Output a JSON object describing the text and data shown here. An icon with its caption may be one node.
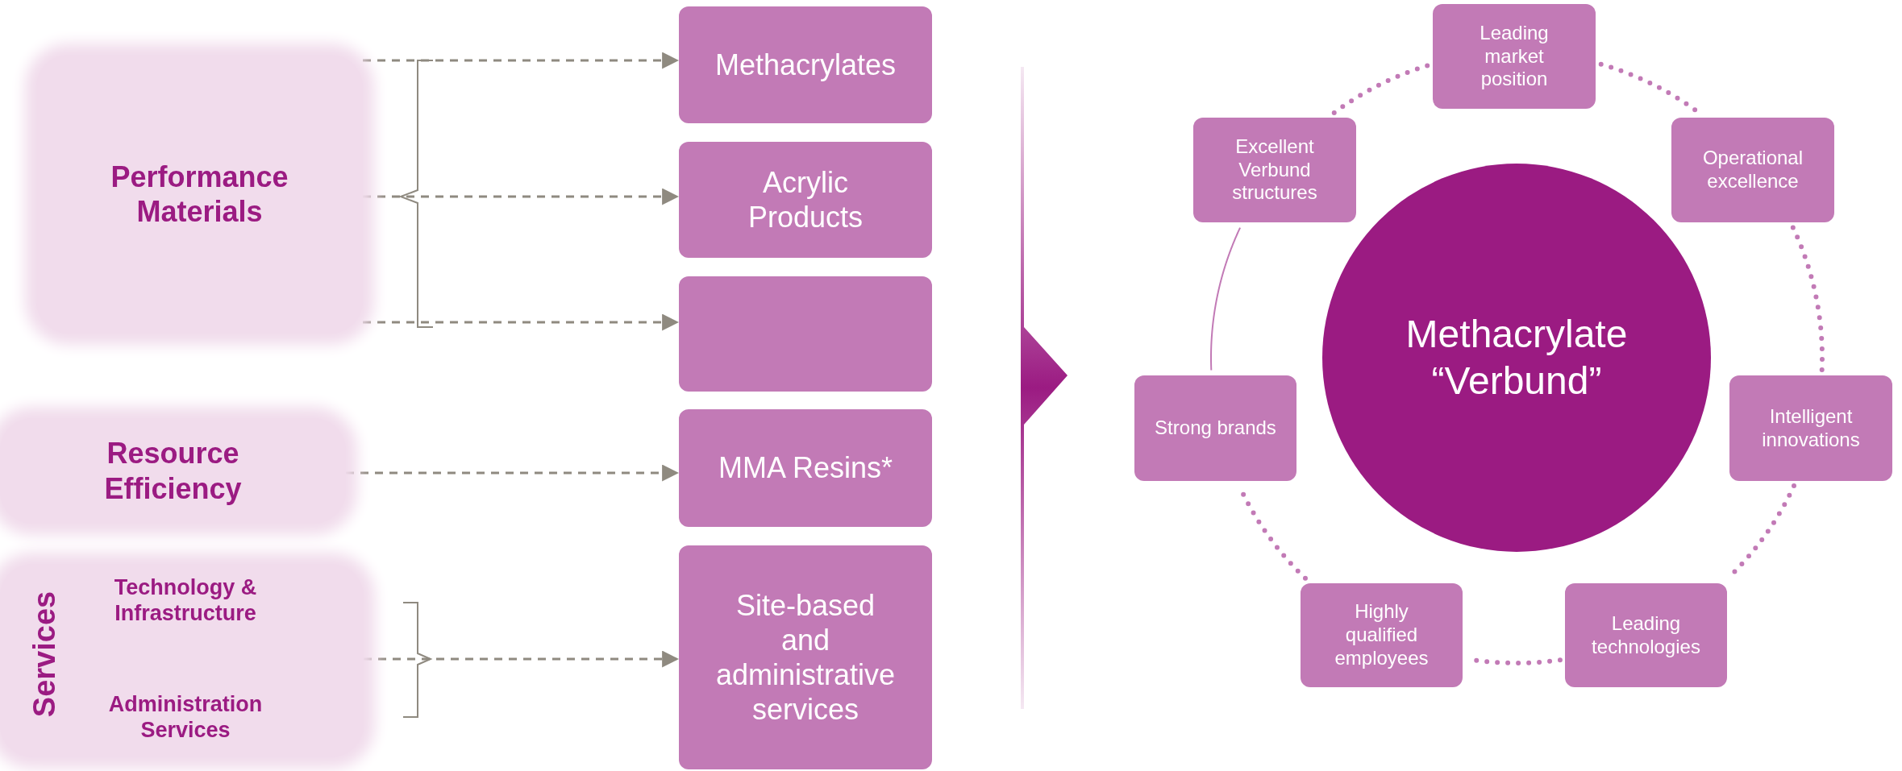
{
  "diagram": {
    "nodes": [
      {
        "text": [
          "Performance Materials"
        ]
      },
      {
        "text": [
          "Resource Efficiency"
        ]
      },
      {
        "text": [
          "Services",
          "Technology & Infrastructure",
          "Administration Services"
        ]
      },
      {
        "text": [
          "Methacrylates"
        ]
      },
      {
        "text": [
          "Acrylic Products"
        ]
      },
      {
        "text": [],
        "shape": "box"
      },
      {
        "text": [
          "MMA Resins*"
        ]
      },
      {
        "text": [
          "Site-based and administrative services"
        ]
      },
      {
        "text": [
          "Methacrylate “Verbund”"
        ]
      },
      {
        "text": [
          "Leading market position"
        ]
      },
      {
        "text": [
          "Operational excellence"
        ]
      },
      {
        "text": [
          "Intelligent innovations"
        ]
      },
      {
        "text": [
          "Leading technologies"
        ]
      },
      {
        "text": [
          "Highly qualified employees"
        ]
      },
      {
        "text": [
          "Strong brands"
        ]
      },
      {
        "text": [
          "Excellent Verbund structures"
        ]
      }
    ],
    "edges": [
      {
        "from": 0,
        "to": 3,
        "arrow": "to",
        "style": "dashed",
        "color": "#8f8a80"
      },
      {
        "from": 0,
        "to": 4,
        "arrow": "to",
        "style": "dashed",
        "color": "#8f8a80"
      },
      {
        "from": 0,
        "to": 5,
        "arrow": "to",
        "style": "dashed",
        "color": "#8f8a80"
      },
      {
        "from": 1,
        "to": 6,
        "arrow": "to",
        "style": "dashed",
        "color": "#8f8a80"
      },
      {
        "from": 2,
        "to": 7,
        "arrow": "to",
        "style": "dashed",
        "color": "#8f8a80"
      },
      {
        "from": 9,
        "to": 10,
        "arrow": "none",
        "style": "dashed",
        "color": "#c27ab6"
      },
      {
        "from": 10,
        "to": 11,
        "arrow": "none",
        "style": "dashed",
        "color": "#c27ab6"
      },
      {
        "from": 11,
        "to": 12,
        "arrow": "none",
        "style": "dashed",
        "color": "#c27ab6"
      },
      {
        "from": 12,
        "to": 13,
        "arrow": "none",
        "style": "dashed",
        "color": "#c27ab6"
      },
      {
        "from": 13,
        "to": 14,
        "arrow": "none",
        "style": "dashed",
        "color": "#c27ab6"
      },
      {
        "from": 14,
        "to": 15,
        "arrow": "none",
        "color": "#c27ab6"
      },
      {
        "from": 15,
        "to": 9,
        "arrow": "none",
        "style": "dashed",
        "color": "#c27ab6"
      }
    ]
  }
}
